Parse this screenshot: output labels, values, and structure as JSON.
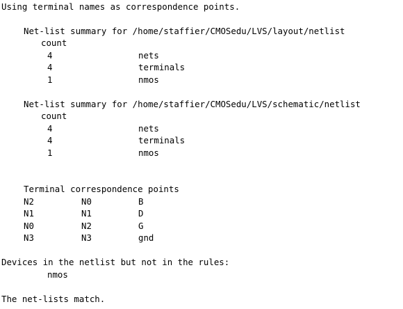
{
  "header": "Using terminal names as correspondence points.",
  "layout_summary": {
    "title": "Net-list summary for /home/staffier/CMOSedu/LVS/layout/netlist",
    "count_label": "count",
    "rows": [
      {
        "count": "4",
        "label": "nets"
      },
      {
        "count": "4",
        "label": "terminals"
      },
      {
        "count": "1",
        "label": "nmos"
      }
    ]
  },
  "schematic_summary": {
    "title": "Net-list summary for /home/staffier/CMOSedu/LVS/schematic/netlist",
    "count_label": "count",
    "rows": [
      {
        "count": "4",
        "label": "nets"
      },
      {
        "count": "4",
        "label": "terminals"
      },
      {
        "count": "1",
        "label": "nmos"
      }
    ]
  },
  "correspondence": {
    "title": "Terminal correspondence points",
    "rows": [
      {
        "layout": "N2",
        "schematic": "N0",
        "name": "B"
      },
      {
        "layout": "N1",
        "schematic": "N1",
        "name": "D"
      },
      {
        "layout": "N0",
        "schematic": "N2",
        "name": "G"
      },
      {
        "layout": "N3",
        "schematic": "N3",
        "name": "gnd"
      }
    ]
  },
  "unmatched_devices": {
    "title": "Devices in the netlist but not in the rules:",
    "items": [
      "nmos"
    ]
  },
  "result": "The net-lists match."
}
